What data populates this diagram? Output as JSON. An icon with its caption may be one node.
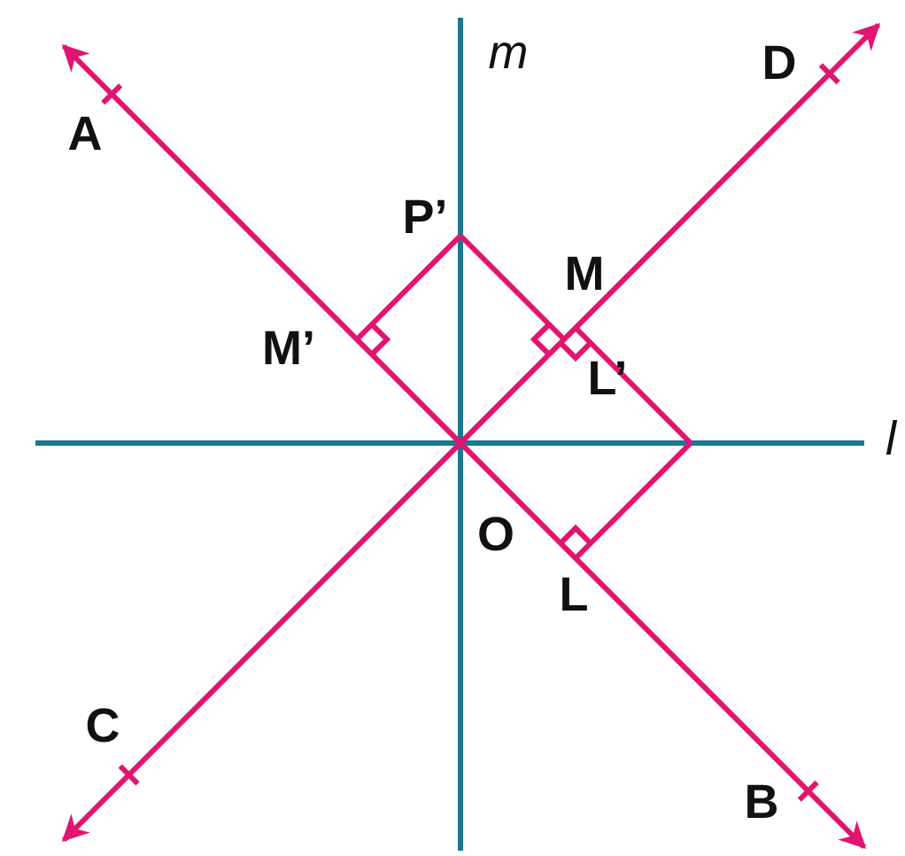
{
  "diagram": {
    "labels": [
      "m",
      "A",
      "D",
      "P’",
      "M",
      "M’",
      "L’",
      "l",
      "O",
      "L",
      "C",
      "B"
    ]
  }
}
